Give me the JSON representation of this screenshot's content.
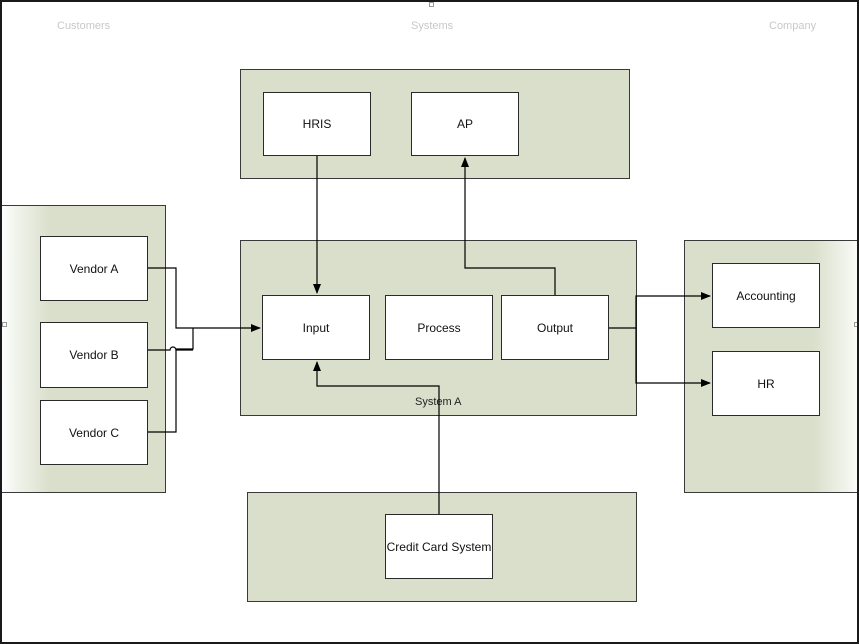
{
  "lanes": {
    "customers": "Customers",
    "systems": "Systems",
    "company": "Company"
  },
  "groups": {
    "system_a": "System A"
  },
  "nodes": {
    "hris": "HRIS",
    "ap": "AP",
    "vendor_a": "Vendor A",
    "vendor_b": "Vendor B",
    "vendor_c": "Vendor C",
    "input": "Input",
    "process": "Process",
    "output": "Output",
    "accounting": "Accounting",
    "hr": "HR",
    "credit_card": "Credit Card System"
  },
  "colors": {
    "container_fill": "#dadfcb",
    "line": "#000000"
  }
}
